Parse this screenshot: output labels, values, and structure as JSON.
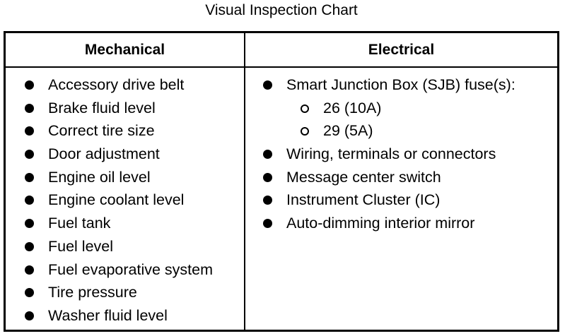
{
  "title": "Visual Inspection Chart",
  "columns": {
    "mechanical": "Mechanical",
    "electrical": "Electrical"
  },
  "mechanical_items": [
    "Accessory drive belt",
    "Brake fluid level",
    "Correct tire size",
    "Door adjustment",
    "Engine oil level",
    "Engine coolant level",
    "Fuel tank",
    "Fuel level",
    "Fuel evaporative system",
    "Tire pressure",
    "Washer fluid level"
  ],
  "electrical_items": [
    "Smart Junction Box (SJB) fuse(s):",
    "26 (10A)",
    "29 (5A)",
    "Wiring, terminals or connectors",
    "Message center switch",
    "Instrument Cluster (IC)",
    "Auto-dimming interior mirror"
  ],
  "icons": {
    "main_bullet": "filled-circle-bullet-icon",
    "sub_bullet": "hollow-circle-bullet-icon"
  }
}
